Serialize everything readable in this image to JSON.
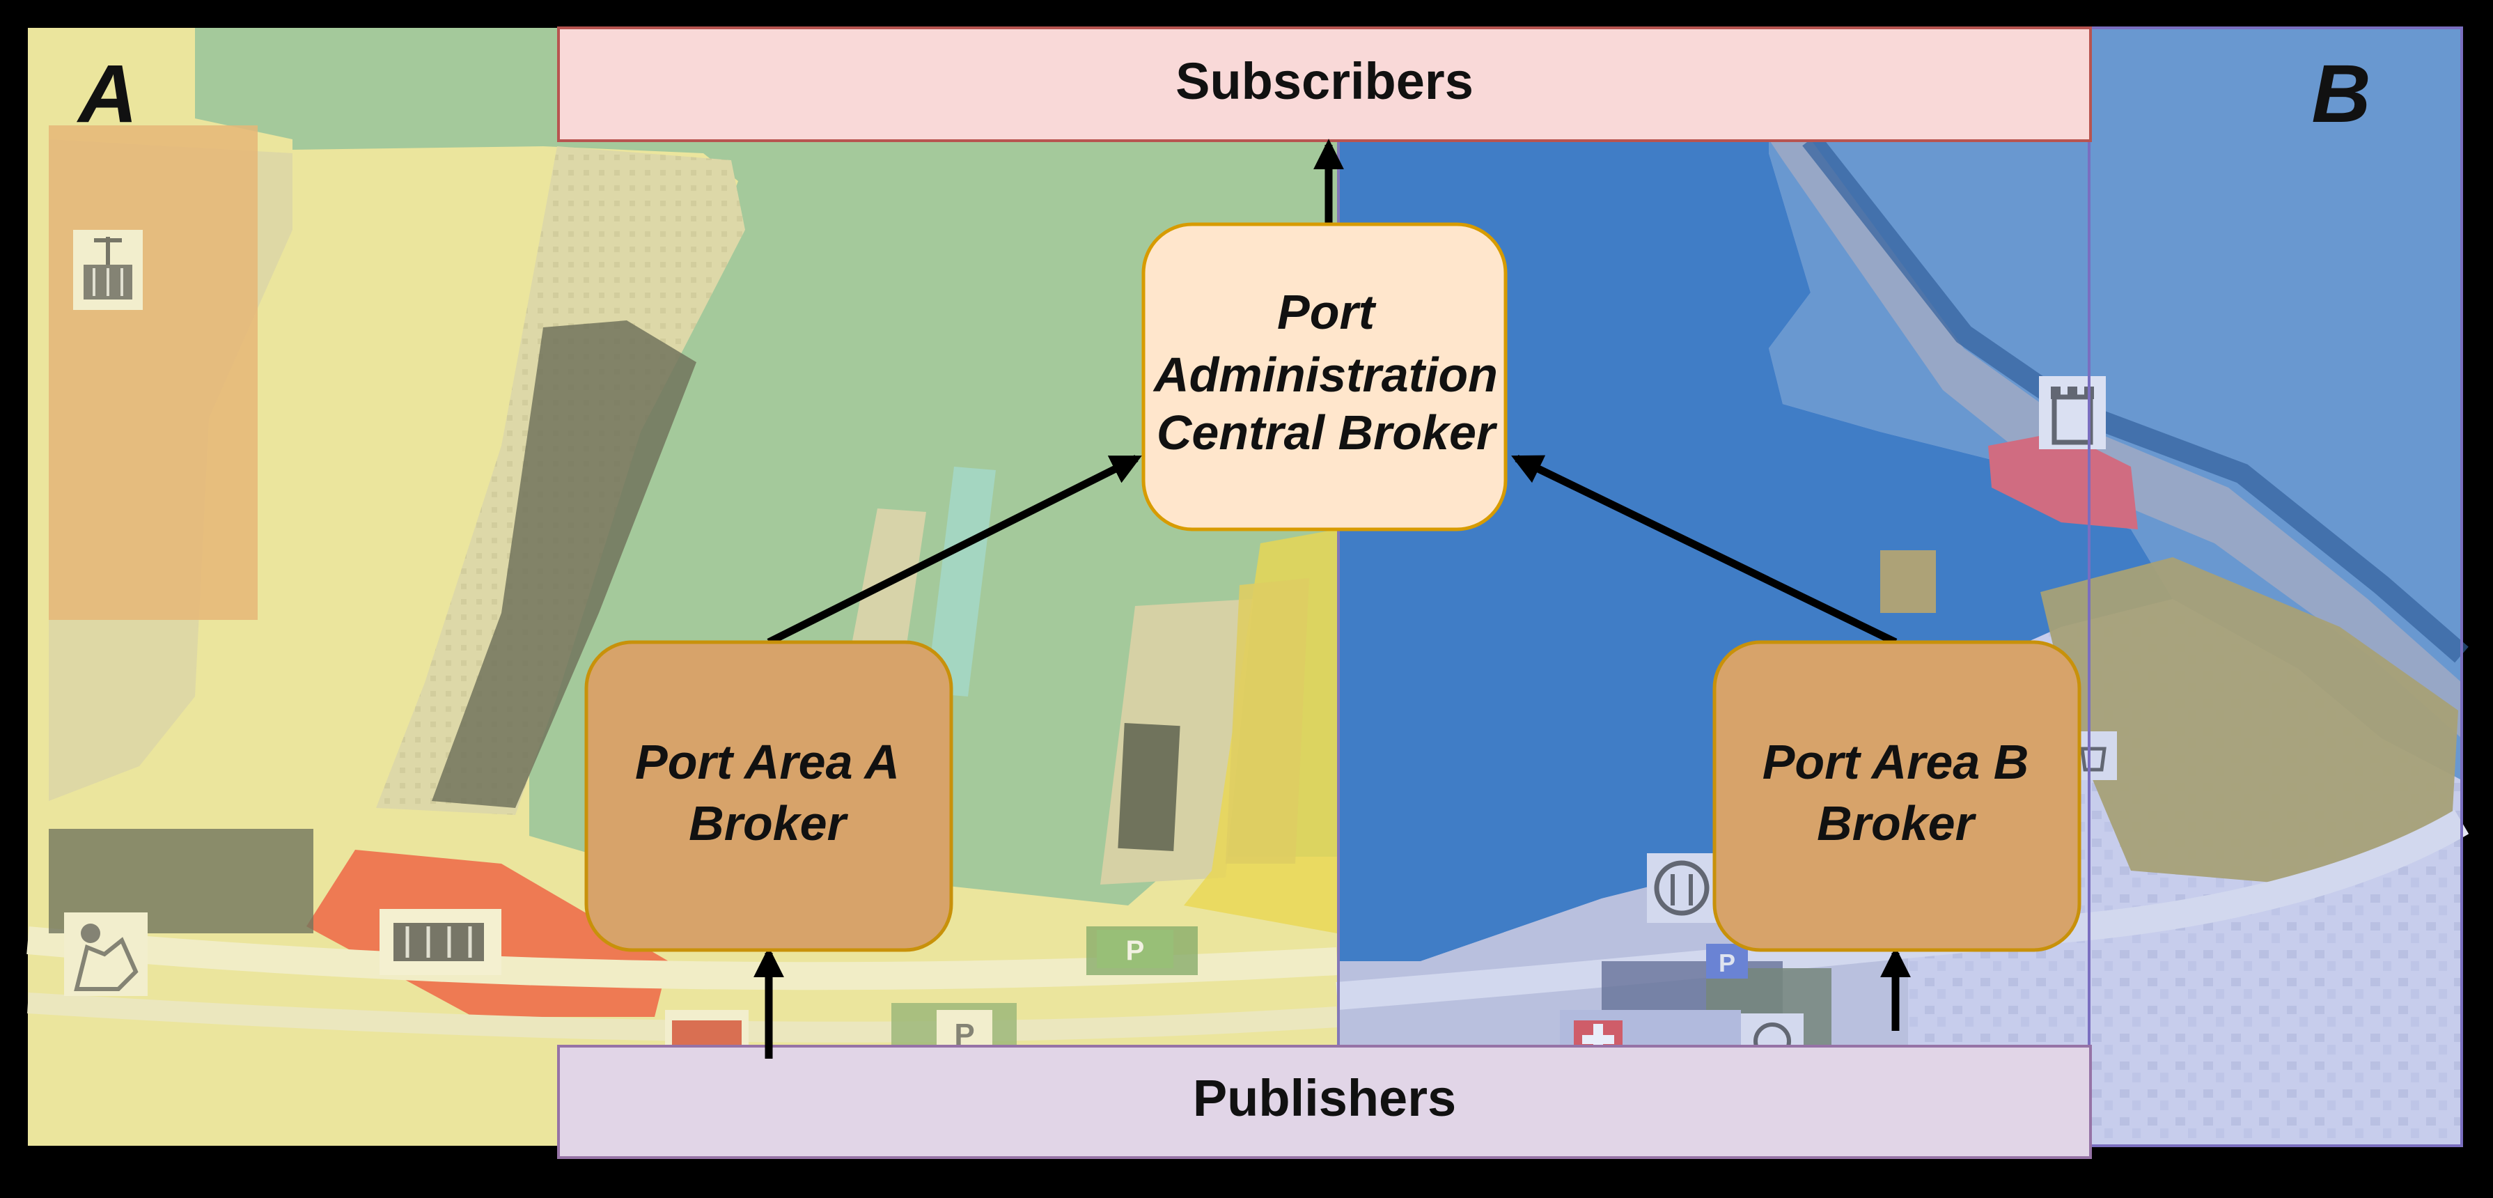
{
  "panels": {
    "left_letter": "A",
    "right_letter": "B"
  },
  "banners": {
    "top": "Subscribers",
    "bottom": "Publishers"
  },
  "nodes": {
    "central": {
      "line1": "Port",
      "line2": "Administration",
      "line3": "Central Broker"
    },
    "area_a": {
      "line1": "Port Area A",
      "line2": "Broker"
    },
    "area_b": {
      "line1": "Port Area B",
      "line2": "Broker"
    }
  },
  "map_icons": [
    "container-crane-icon",
    "cargo-ship-icon",
    "customs-officer-icon",
    "parking-icon",
    "fire-station-icon",
    "restaurant-icon",
    "cafe-icon",
    "tower-icon",
    "first-aid-icon"
  ],
  "colors": {
    "panel_a_tint": "#e9e39a",
    "panel_b_tint": "#6c86d1",
    "water_a": "#8fbf98",
    "water_b": "#6e9ed0",
    "subscribers_fill": "#f9d9d8",
    "subscribers_border": "#b85450",
    "publishers_fill": "#e1d5e7",
    "publishers_border": "#9673a6",
    "central_fill": "#ffe6cc",
    "central_border": "#d79b00",
    "area_fill": "#d7a36a",
    "area_border": "#c8910a",
    "arrow": "#000000"
  }
}
